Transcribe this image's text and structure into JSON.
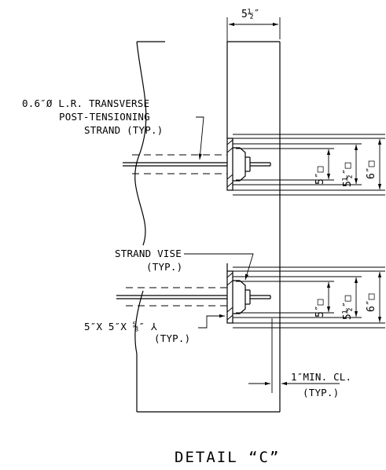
{
  "detail": {
    "title": "DETAIL “C”",
    "top_dimension": "5½″",
    "notes": {
      "strand_line1": "0.6″Ø L.R. TRANSVERSE",
      "strand_line2": "POST-TENSIONING",
      "strand_line3": "STRAND (TYP.)",
      "vise_line1": "STRAND VISE",
      "vise_line2": "(TYP.)",
      "plate_line1": "5″X 5″X ⅝″ ⅄",
      "plate_line2": "(TYP.)",
      "clear_line1": "1″MIN. CL.",
      "clear_line2": "(TYP.)"
    },
    "upper_anchor": {
      "dim_5": "5″□",
      "dim_5half": "5½″□",
      "dim_6": "6″□"
    },
    "lower_anchor": {
      "dim_5": "5″□",
      "dim_5half": "5½″□",
      "dim_6": "6″□"
    }
  }
}
